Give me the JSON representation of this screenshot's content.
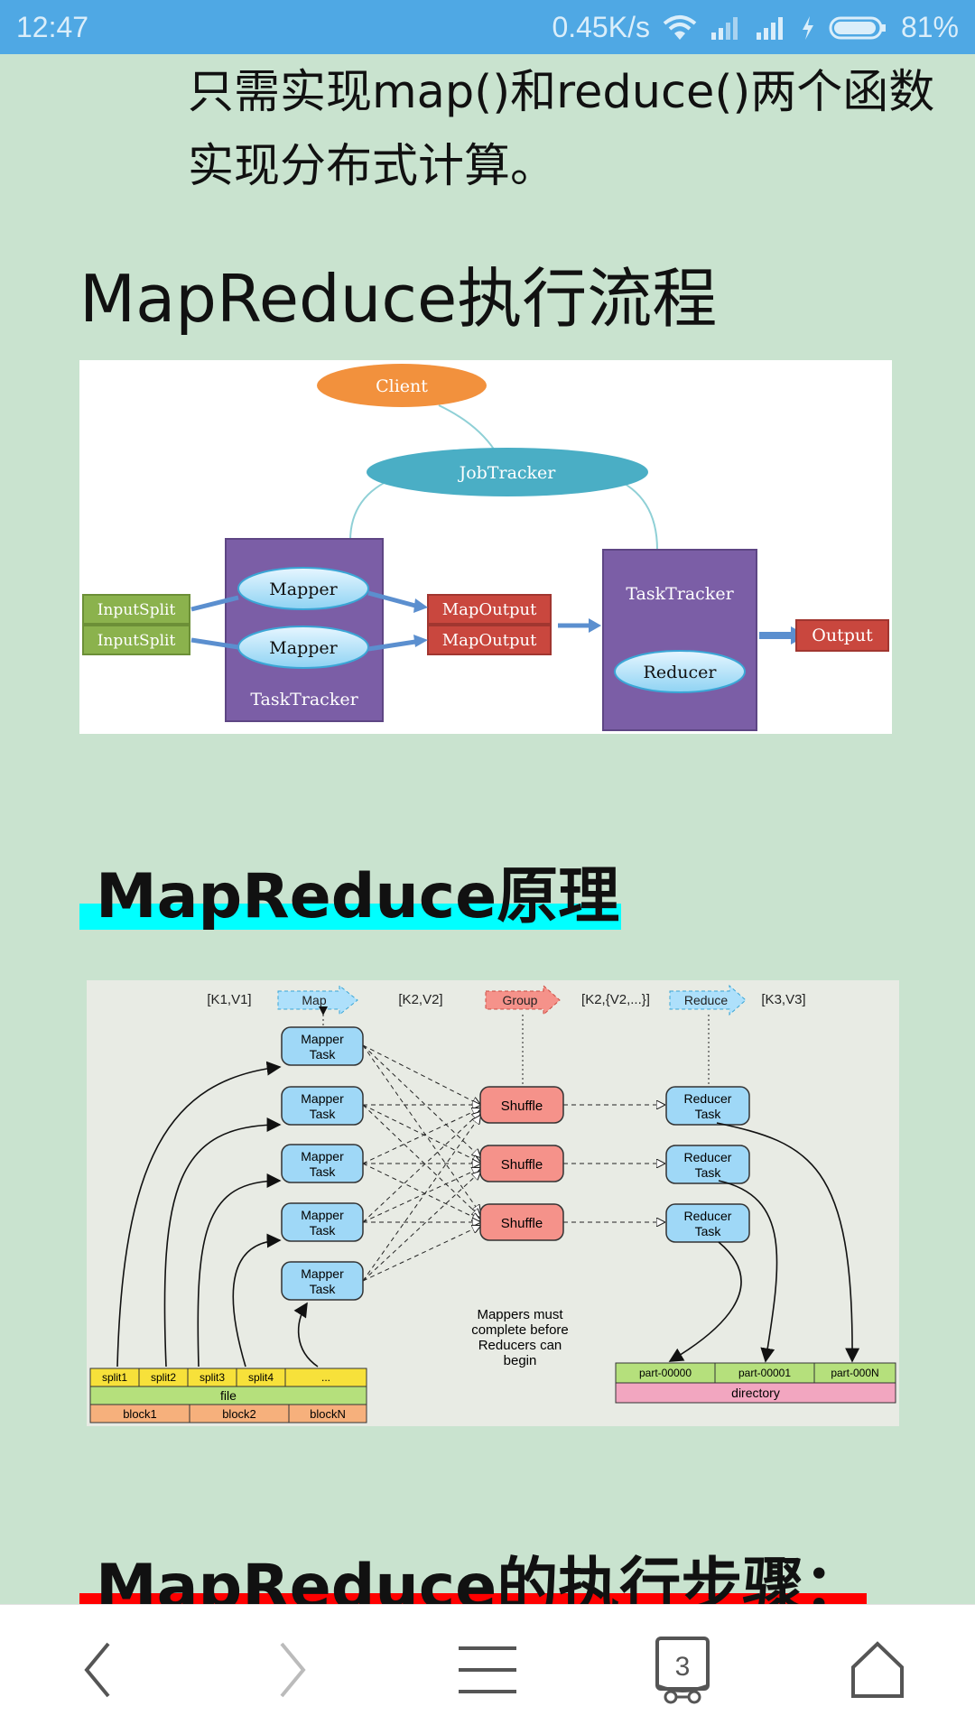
{
  "status_bar": {
    "time": "12:47",
    "network_speed": "0.45K/s",
    "battery": "81%"
  },
  "article": {
    "paragraph_lines": [
      "只需实现map()和reduce()两个函数",
      "实现分布式计算。"
    ],
    "heading_flow": "MapReduce执行流程",
    "heading_principle": "MapReduce原理",
    "heading_steps": "MapReduce的执行步骤："
  },
  "figure_flow": {
    "client": "Client",
    "jobtracker": "JobTracker",
    "inputsplit_1": "InputSplit",
    "inputsplit_2": "InputSplit",
    "mapper_1": "Mapper",
    "mapper_2": "Mapper",
    "tasktracker_left": "TaskTracker",
    "mapoutput_1": "MapOutput",
    "mapoutput_2": "MapOutput",
    "tasktracker_right": "TaskTracker",
    "reducer": "Reducer",
    "output": "Output"
  },
  "figure_principle": {
    "kv1": "[K1,V1]",
    "map": "Map",
    "kv2": "[K2,V2]",
    "group": "Group",
    "kv2_list": "[K2,{V2,...}]",
    "reduce": "Reduce",
    "kv3": "[K3,V3]",
    "mapper_task_l1": "Mapper",
    "mapper_task_l2": "Task",
    "shuffle": "Shuffle",
    "reducer_task_l1": "Reducer",
    "reducer_task_l2": "Task",
    "note_lines": [
      "Mappers must",
      "complete before",
      "Reducers can",
      "begin"
    ],
    "splits": [
      "split1",
      "split2",
      "split3",
      "split4",
      "..."
    ],
    "file": "file",
    "blocks": [
      "block1",
      "block2",
      "blockN"
    ],
    "parts": [
      "part-00000",
      "part-00001",
      "part-000N"
    ],
    "directory": "directory"
  },
  "navbar": {
    "tab_count": "3"
  },
  "colors": {
    "status_bar": "#4fa8e4",
    "page_bg": "#c9e3cf",
    "highlight_cyan": "#00ffff",
    "highlight_red": "#ff0000",
    "tasktracker_purple": "#7b5ea6",
    "mapoutput_red": "#c9473e",
    "inputsplit_green": "#8bb24d"
  }
}
